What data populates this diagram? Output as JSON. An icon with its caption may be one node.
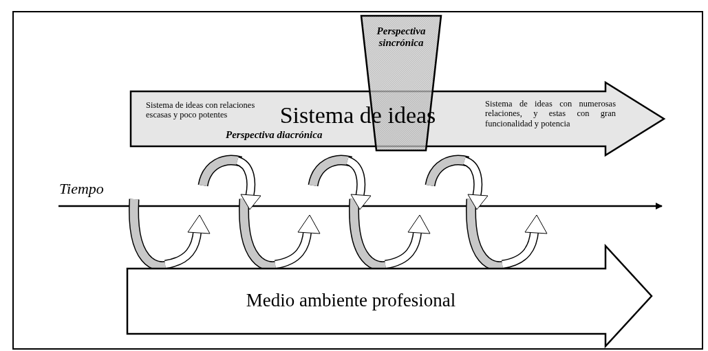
{
  "diagram": {
    "nodes": [
      {
        "text": [
          "Perspectiva sincrónica"
        ]
      },
      {
        "text": [
          "Sistema de ideas con relaciones escasas y poco potentes",
          "Sistema de ideas",
          "Sistema de ideas con numerosas relaciones, y estas con gran funcionalidad y potencia"
        ]
      },
      {
        "text": [
          "Medio ambiente profesional"
        ]
      }
    ],
    "labels": [
      "Perspectiva diacrónica",
      "Tiempo"
    ]
  }
}
